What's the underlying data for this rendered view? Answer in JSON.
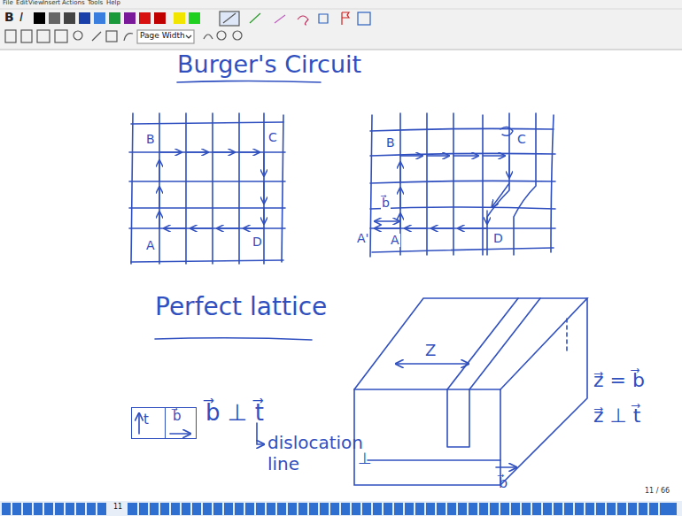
{
  "diagram": {
    "title": "Burger's Circuit",
    "nodes": [
      {
        "text": [
          "t",
          "b⃗"
        ]
      }
    ],
    "labels": [
      "File",
      "Edit",
      "View",
      "Insert",
      "Actions",
      "Tools",
      "Help",
      "B",
      "I",
      "Page Width",
      "B",
      "C",
      "A",
      "D",
      "B",
      "C",
      "A'",
      "A",
      "D",
      "b⃗",
      "Perfect lattice",
      "b⃗ ⊥ t⃗",
      "dislocation line",
      "Z",
      "⊥",
      "b⃗",
      "z⃗ = b⃗",
      "z⃗ ⊥ t⃗",
      "11 / 66",
      "11"
    ]
  }
}
